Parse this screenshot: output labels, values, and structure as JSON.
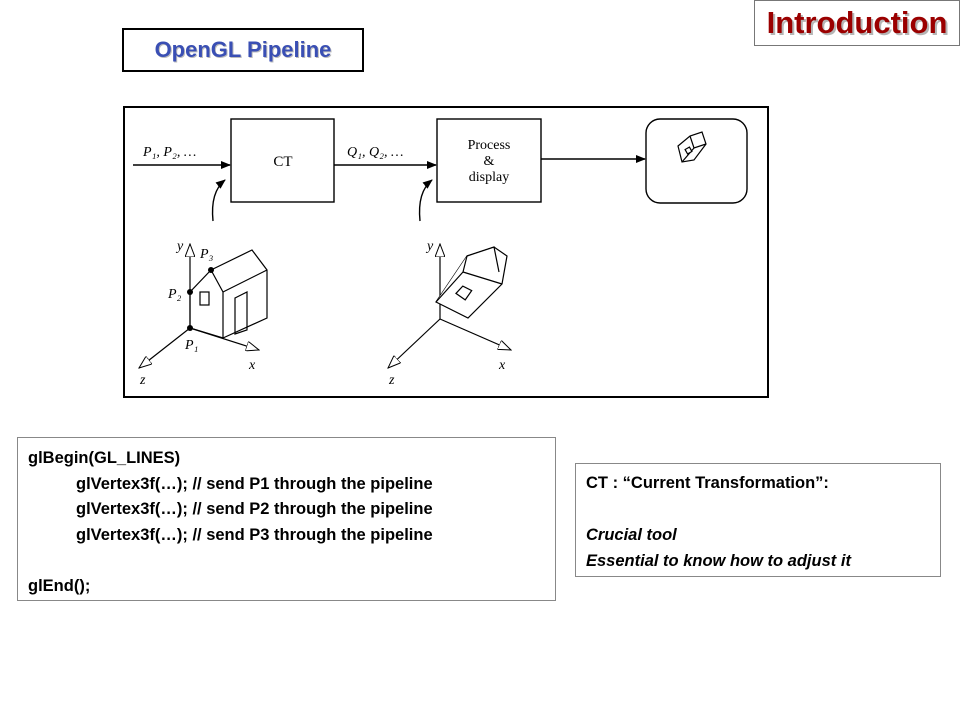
{
  "slide": {
    "section_title": "Introduction",
    "subtitle": "OpenGL Pipeline"
  },
  "diagram": {
    "input_label": "P₁, P₂, …",
    "ct_box_label": "CT",
    "output_label": "Q₁, Q₂, …",
    "process_box_lines": [
      "Process",
      "&",
      "display"
    ],
    "left_axes": {
      "y": "y",
      "x": "x",
      "z": "z"
    },
    "point_labels": [
      "P₃",
      "P₂",
      "P₁"
    ],
    "right_axes": {
      "y": "y",
      "x": "x",
      "z": "z"
    }
  },
  "code": {
    "lines": [
      "glBegin(GL_LINES)",
      "glVertex3f(…); // send P1 through the pipeline",
      "glVertex3f(…); // send P2 through the pipeline",
      "glVertex3f(…); // send P3 through the pipeline",
      "",
      "glEnd();"
    ]
  },
  "note": {
    "heading": "CT : “Current Transformation”:",
    "blank": "",
    "line1": "Crucial tool",
    "line2": "Essential to know how to adjust it"
  }
}
